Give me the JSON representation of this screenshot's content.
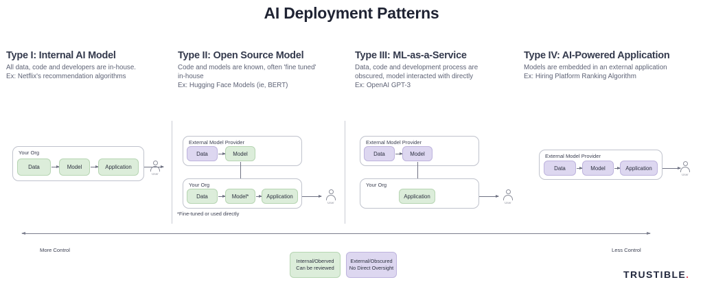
{
  "title": "AI Deployment Patterns",
  "brand": {
    "name": "TRUSTIBLE",
    "dot": "."
  },
  "columns": [
    {
      "title": "Type I: Internal AI Model",
      "desc_line1": "All data, code and developers are in-house.",
      "desc_line2": "Ex: Netflix's recommendation algorithms",
      "desc_line3": ""
    },
    {
      "title": "Type II: Open Source Model",
      "desc_line1": "Code and models are known, often 'fine tuned'",
      "desc_line2": "in-house",
      "desc_line3": "Ex: Hugging Face Models (ie, BERT)"
    },
    {
      "title": "Type III: ML-as-a-Service",
      "desc_line1": "Data, code and development process are",
      "desc_line2": "obscured, model interacted with directly",
      "desc_line3": "Ex: OpenAI GPT-3"
    },
    {
      "title": "Type IV: AI-Powered Application",
      "desc_line1": "Models are embedded in an external application",
      "desc_line2": "Ex: Hiring Platform Ranking Algorithm",
      "desc_line3": ""
    }
  ],
  "labels": {
    "your_org": "Your Org",
    "external_model_provider": "External Model Provider",
    "data": "Data",
    "model": "Model",
    "model_star": "Model*",
    "application": "Application",
    "user": "User",
    "footnote_type2": "*Fine-tuned or used directly"
  },
  "axis": {
    "left_label": "More Control",
    "right_label": "Less Control"
  },
  "legend": [
    {
      "line1": "Internal/Oberved",
      "line2": "Can be reviewed",
      "color": "#dcedda"
    },
    {
      "line1": "External/Obscured",
      "line2": "No Direct Oversight",
      "color": "#ddd7f0"
    }
  ],
  "colors": {
    "internal_green": "#dcedda",
    "external_purple": "#ddd7f0",
    "title_navy": "#1f2333",
    "brand_navy": "#20263c",
    "brand_dot_red": "#e0485a"
  },
  "chart_data": {
    "type": "diagram",
    "title": "AI Deployment Patterns",
    "axis": {
      "left": "More Control",
      "right": "Less Control"
    },
    "patterns": [
      {
        "type": "Type I: Internal AI Model",
        "groups": [
          {
            "owner": "Your Org",
            "nodes": [
              {
                "label": "Data",
                "fill": "internal"
              },
              {
                "label": "Model",
                "fill": "internal"
              },
              {
                "label": "Application",
                "fill": "internal"
              }
            ]
          }
        ],
        "endpoint": "User"
      },
      {
        "type": "Type II: Open Source Model",
        "groups": [
          {
            "owner": "External Model Provider",
            "nodes": [
              {
                "label": "Data",
                "fill": "external"
              },
              {
                "label": "Model",
                "fill": "internal"
              }
            ]
          },
          {
            "owner": "Your Org",
            "nodes": [
              {
                "label": "Data",
                "fill": "internal"
              },
              {
                "label": "Model*",
                "fill": "internal"
              },
              {
                "label": "Application",
                "fill": "internal"
              }
            ]
          }
        ],
        "endpoint": "User",
        "footnote": "*Fine-tuned or used directly"
      },
      {
        "type": "Type III: ML-as-a-Service",
        "groups": [
          {
            "owner": "External Model Provider",
            "nodes": [
              {
                "label": "Data",
                "fill": "external"
              },
              {
                "label": "Model",
                "fill": "external"
              }
            ]
          },
          {
            "owner": "Your Org",
            "nodes": [
              {
                "label": "Application",
                "fill": "internal"
              }
            ]
          }
        ],
        "endpoint": "User"
      },
      {
        "type": "Type IV: AI-Powered Application",
        "groups": [
          {
            "owner": "External Model Provider",
            "nodes": [
              {
                "label": "Data",
                "fill": "external"
              },
              {
                "label": "Model",
                "fill": "external"
              },
              {
                "label": "Application",
                "fill": "external"
              }
            ]
          }
        ],
        "endpoint": "User"
      }
    ]
  }
}
